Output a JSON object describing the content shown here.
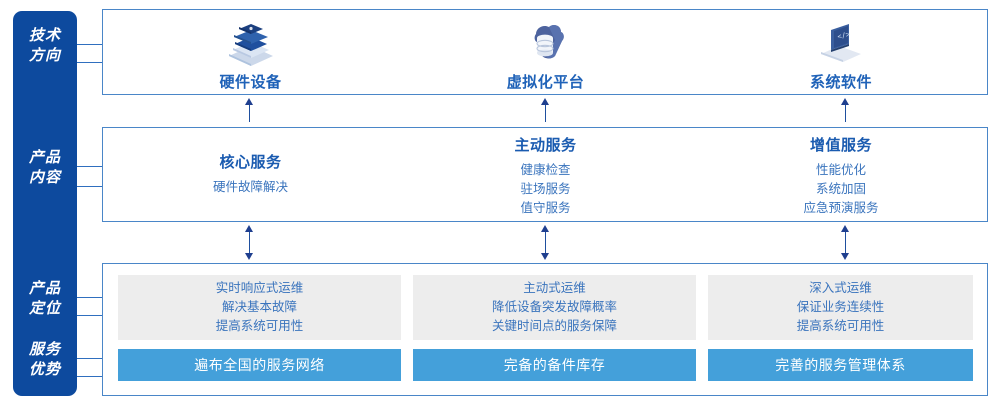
{
  "sidebar": {
    "labels": [
      {
        "name": "tech-direction",
        "line1": "技术",
        "line2": "方向"
      },
      {
        "name": "product-content",
        "line1": "产品",
        "line2": "内容"
      },
      {
        "name": "product-position",
        "line1": "产品",
        "line2": "定位"
      },
      {
        "name": "service-advantage",
        "line1": "服务",
        "line2": "优势"
      }
    ],
    "color": "#0d4a9e"
  },
  "tech_direction": {
    "columns": [
      {
        "icon": "server-stack-icon",
        "title": "硬件设备"
      },
      {
        "icon": "cloud-database-icon",
        "title": "虚拟化平台"
      },
      {
        "icon": "laptop-code-icon",
        "title": "系统软件"
      }
    ]
  },
  "product_content": {
    "columns": [
      {
        "heading": "核心服务",
        "items": [
          "硬件故障解决"
        ]
      },
      {
        "heading": "主动服务",
        "items": [
          "健康检查",
          "驻场服务",
          "值守服务"
        ]
      },
      {
        "heading": "增值服务",
        "items": [
          "性能优化",
          "系统加固",
          "应急预演服务"
        ]
      }
    ]
  },
  "product_position": {
    "cards": [
      {
        "lines": [
          "实时响应式运维",
          "解决基本故障",
          "提高系统可用性"
        ]
      },
      {
        "lines": [
          "主动式运维",
          "降低设备突发故障概率",
          "关键时间点的服务保障"
        ]
      },
      {
        "lines": [
          "深入式运维",
          "保证业务连续性",
          "提高系统可用性"
        ]
      }
    ]
  },
  "service_advantage": {
    "bars": [
      {
        "label": "遍布全国的服务网络"
      },
      {
        "label": "完备的备件库存"
      },
      {
        "label": "完善的服务管理体系"
      }
    ],
    "color": "#44a0da"
  },
  "theme": {
    "box_border": "#4a86c8",
    "heading_blue": "#1a5bb0",
    "body_blue": "#3a74bd",
    "card_gray": "#ededed",
    "arrow": "#1f3f8f"
  }
}
